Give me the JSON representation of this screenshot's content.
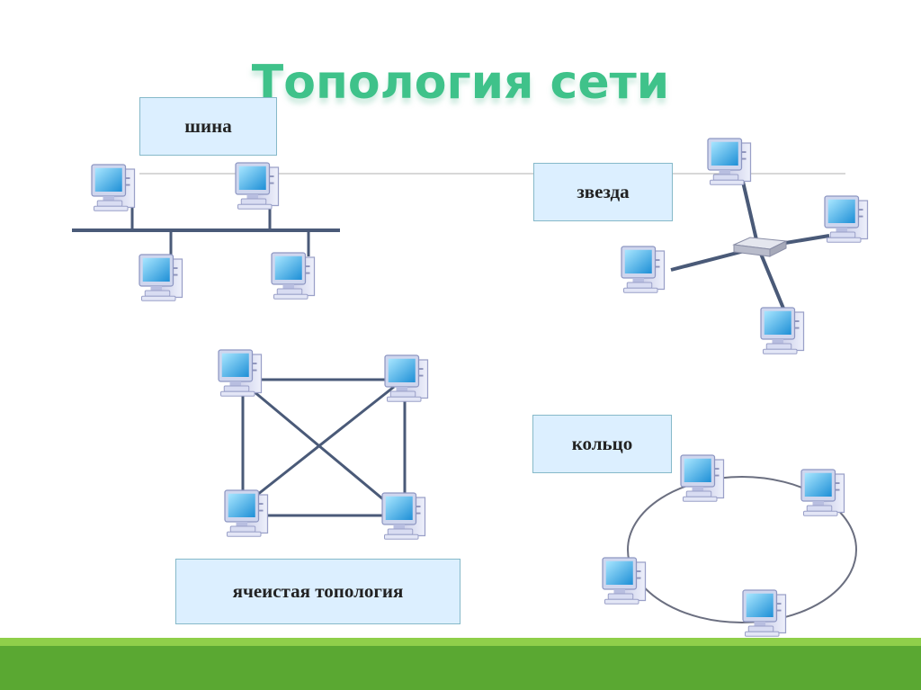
{
  "title": "Топология сети",
  "labels": {
    "bus": "шина",
    "star": "звезда",
    "mesh": "ячеистая топология",
    "ring": "кольцо"
  },
  "icons": {
    "computer": "computer-icon",
    "hub": "hub-icon"
  },
  "colors": {
    "title": "#3fc28a",
    "line": "#4a5a78",
    "label_bg": "#dcefff",
    "label_border": "#86b9c9",
    "footer": "#5aa832",
    "footer_light": "#8fcf4a"
  }
}
